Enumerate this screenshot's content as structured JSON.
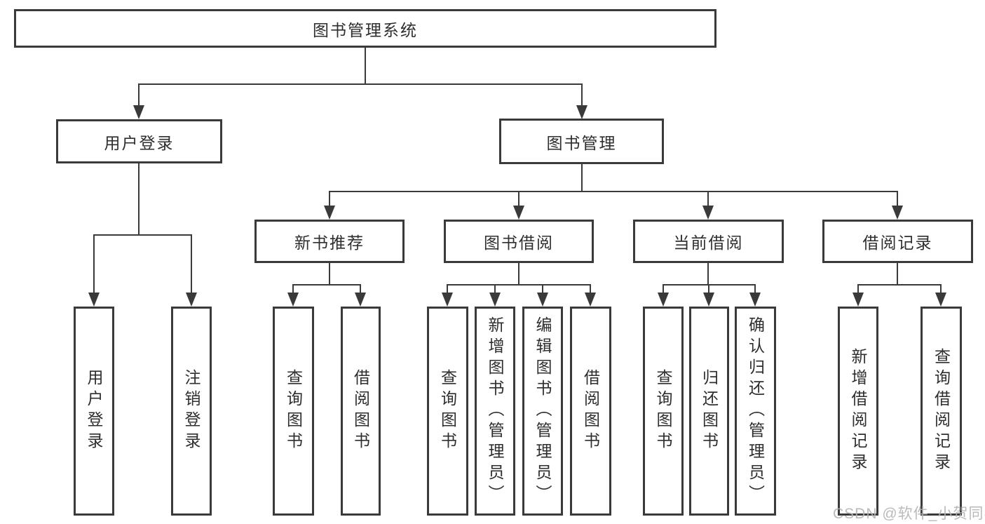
{
  "tree": {
    "root": "图书管理系统",
    "branches": [
      {
        "id": "user-login",
        "label": "用户登录",
        "children": [
          "用户登录",
          "注销登录"
        ]
      },
      {
        "id": "book-management",
        "label": "图书管理",
        "sections": [
          {
            "label": "新书推荐",
            "children": [
              "查询图书",
              "借阅图书"
            ]
          },
          {
            "label": "图书借阅",
            "children": [
              "查询图书",
              "新增图书（管理员）",
              "编辑图书（管理员）",
              "借阅图书"
            ]
          },
          {
            "label": "当前借阅",
            "children": [
              "查询图书",
              "归还图书",
              "确认归还（管理员）"
            ]
          },
          {
            "label": "借阅记录",
            "children": [
              "新增借阅记录",
              "查询借阅记录"
            ]
          }
        ]
      }
    ]
  },
  "watermark": {
    "text": "CSDN @软件_小贺同学"
  },
  "colors": {
    "line": "#3a3a3a",
    "text": "#2e2e2e",
    "background": "#ffffff",
    "watermark": "#b3b3b3"
  }
}
